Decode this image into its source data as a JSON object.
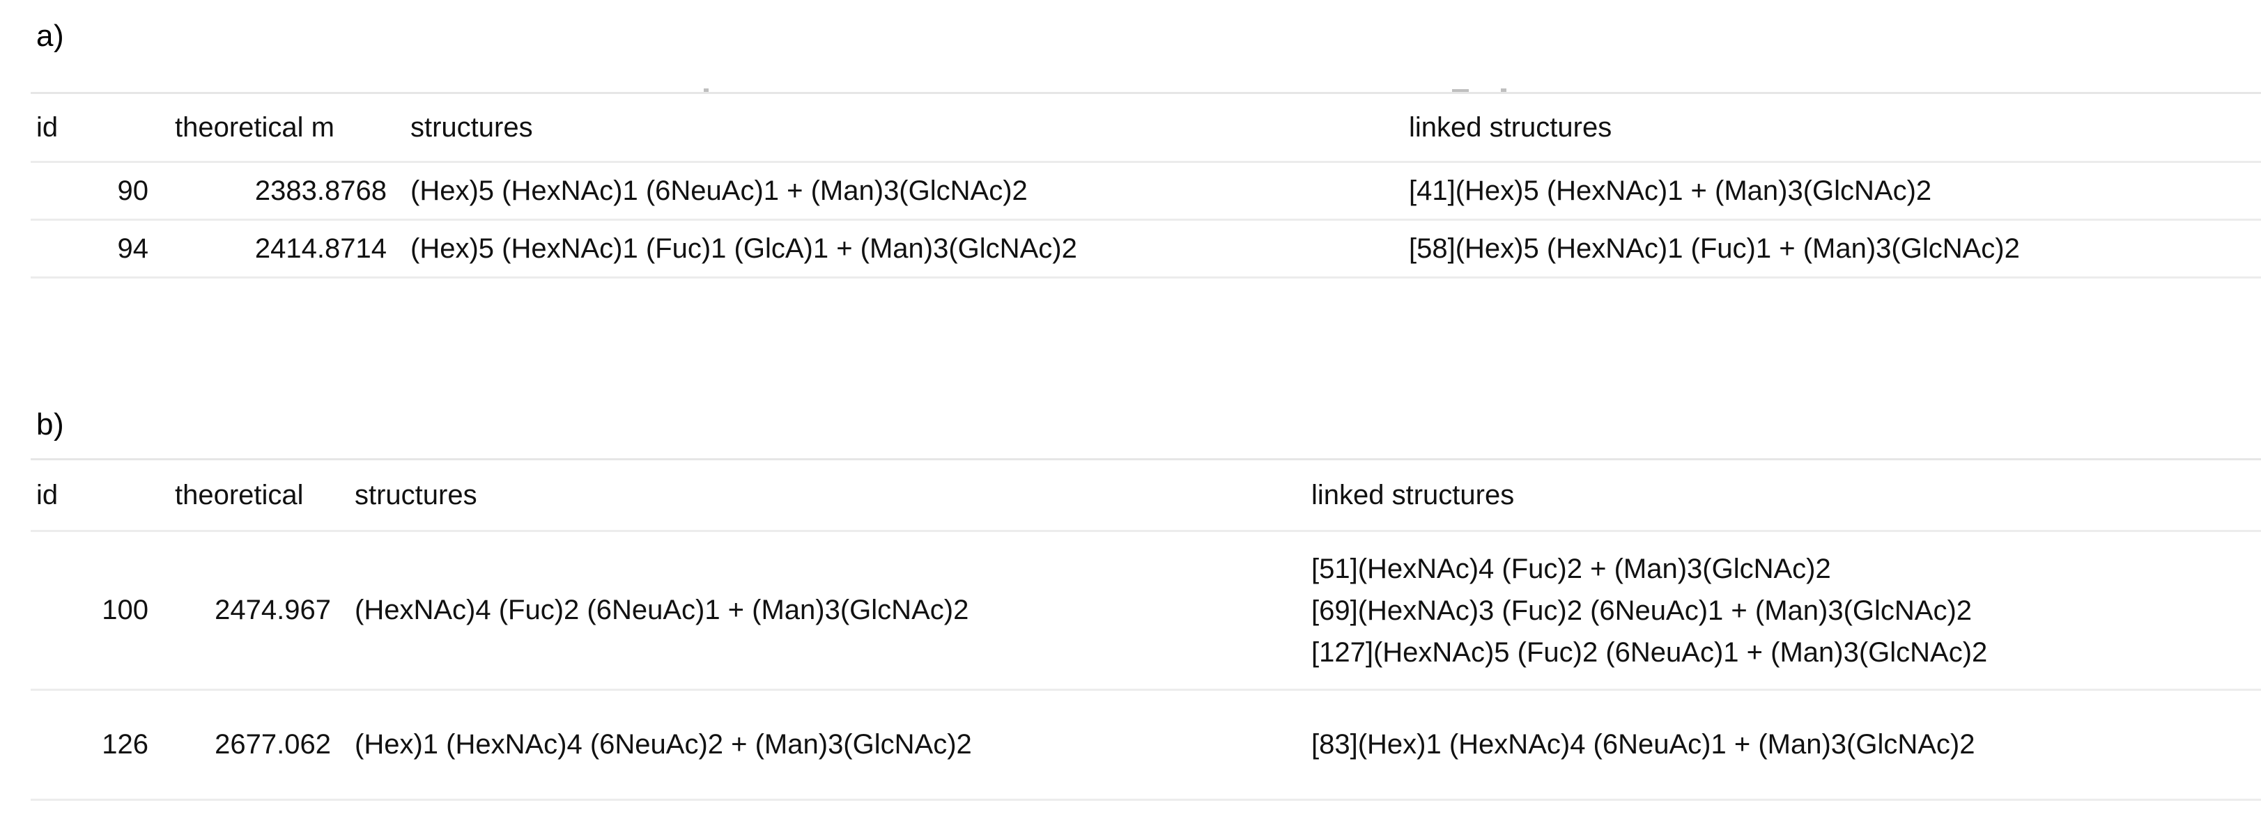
{
  "panels": [
    {
      "label": "a)",
      "table": {
        "columns": [
          "id",
          "theoretical m",
          "structures",
          "linked structures"
        ],
        "rows": [
          {
            "id": "90",
            "theoretical_mass": "2383.8768",
            "structures": "(Hex)5 (HexNAc)1 (6NeuAc)1 + (Man)3(GlcNAc)2",
            "linked_structures": [
              "[41](Hex)5 (HexNAc)1 + (Man)3(GlcNAc)2"
            ]
          },
          {
            "id": "94",
            "theoretical_mass": "2414.8714",
            "structures": "(Hex)5 (HexNAc)1 (Fuc)1 (GlcA)1 + (Man)3(GlcNAc)2",
            "linked_structures": [
              "[58](Hex)5 (HexNAc)1 (Fuc)1 + (Man)3(GlcNAc)2"
            ]
          }
        ]
      }
    },
    {
      "label": "b)",
      "table": {
        "columns": [
          "id",
          "theoretical",
          "structures",
          "linked structures"
        ],
        "rows": [
          {
            "id": "100",
            "theoretical_mass": "2474.967",
            "structures": "(HexNAc)4 (Fuc)2 (6NeuAc)1 + (Man)3(GlcNAc)2",
            "linked_structures": [
              "[51](HexNAc)4 (Fuc)2 + (Man)3(GlcNAc)2",
              "[69](HexNAc)3 (Fuc)2 (6NeuAc)1 + (Man)3(GlcNAc)2",
              "[127](HexNAc)5 (Fuc)2 (6NeuAc)1 + (Man)3(GlcNAc)2"
            ]
          },
          {
            "id": "126",
            "theoretical_mass": "2677.062",
            "structures": "(Hex)1 (HexNAc)4 (6NeuAc)2 + (Man)3(GlcNAc)2",
            "linked_structures": [
              "[83](Hex)1 (HexNAc)4 (6NeuAc)1 + (Man)3(GlcNAc)2"
            ]
          }
        ]
      }
    }
  ],
  "colors": {
    "text": "#111111",
    "rule": "#ececec",
    "separator": "#d2d2d2",
    "background": "#ffffff"
  }
}
